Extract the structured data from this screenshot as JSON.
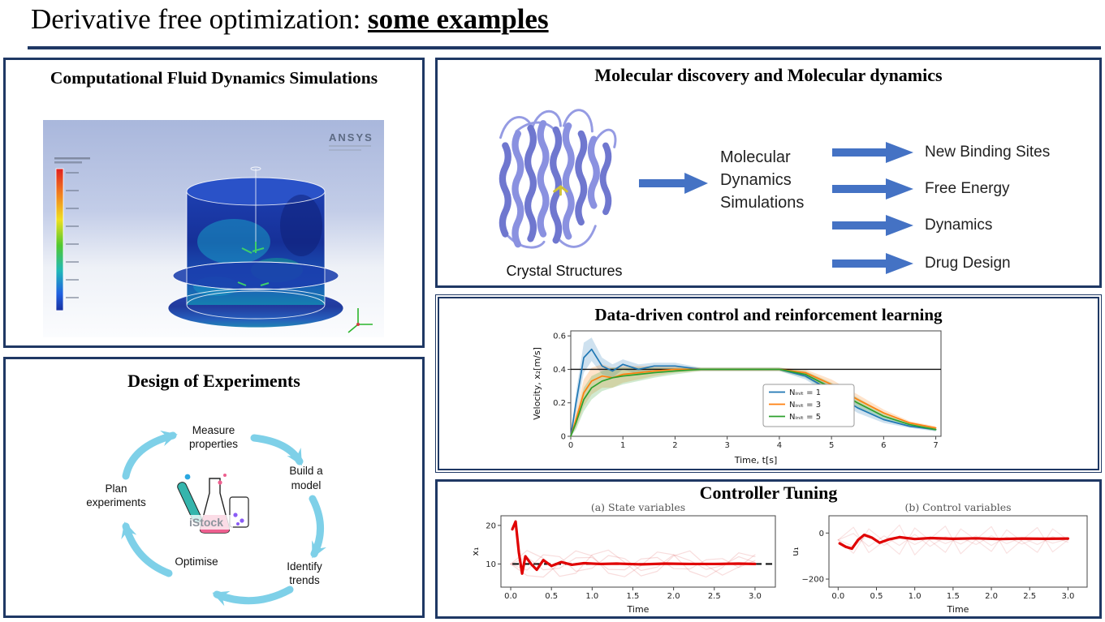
{
  "slide": {
    "title_prefix": "Derivative free optimization: ",
    "title_emphasis": "some examples"
  },
  "panels": {
    "cfd": {
      "title": "Computational Fluid Dynamics Simulations",
      "ansys_logo": "ANSYS"
    },
    "doe": {
      "title": "Design of Experiments",
      "nodes": [
        [
          "Measure",
          "properties"
        ],
        [
          "Build a",
          "model"
        ],
        [
          "Identify",
          "trends"
        ],
        [
          "Optimise",
          ""
        ],
        [
          "Plan",
          "experiments"
        ]
      ],
      "watermark": "iStock",
      "arrow_color": "#7ed0e8"
    },
    "molecular": {
      "title": "Molecular discovery and Molecular dynamics",
      "crystal_label": "Crystal Structures",
      "md_lines": [
        "Molecular",
        "Dynamics",
        "Simulations"
      ],
      "outputs": [
        "New Binding Sites",
        "Free Energy",
        "Dynamics",
        "Drug Design"
      ],
      "arrow_color": "#4472c4"
    },
    "rl": {
      "title": "Data-driven control and reinforcement learning"
    },
    "controller": {
      "title": "Controller Tuning"
    }
  },
  "chart_data": [
    {
      "type": "line",
      "xlabel": "Time, t[s]",
      "ylabel": "Velocity, x₂[m/s]",
      "xlim": [
        0,
        7.1
      ],
      "ylim": [
        0,
        0.63
      ],
      "xticks": [
        0,
        1,
        2,
        3,
        4,
        5,
        6,
        7
      ],
      "xtick_labels": [
        "0",
        "1",
        "2",
        "3",
        "4",
        "5",
        "6",
        "7"
      ],
      "yticks": [
        0,
        0.2,
        0.4,
        0.6
      ],
      "ytick_labels": [
        "0",
        "0.2",
        "0.4",
        "0.6"
      ],
      "hline": 0.4,
      "x": [
        0,
        0.1,
        0.25,
        0.4,
        0.6,
        0.8,
        1.0,
        1.3,
        1.6,
        2.0,
        2.5,
        3.0,
        3.5,
        4.0,
        4.5,
        5.0,
        5.5,
        6.0,
        6.5,
        7.0
      ],
      "legend": [
        {
          "label": "Nᵢₙᵢₜ = 1",
          "color": "#1f77b4"
        },
        {
          "label": "Nᵢₙᵢₜ = 3",
          "color": "#ff7f0e"
        },
        {
          "label": "Nᵢₙᵢₜ = 5",
          "color": "#2ca02c"
        }
      ],
      "series": [
        {
          "color": "#1f77b4",
          "width": 1.7,
          "y": [
            0,
            0.2,
            0.47,
            0.52,
            0.42,
            0.39,
            0.43,
            0.4,
            0.42,
            0.42,
            0.4,
            0.4,
            0.4,
            0.4,
            0.36,
            0.27,
            0.17,
            0.1,
            0.06,
            0.04
          ],
          "band_delta": [
            0,
            0.06,
            0.09,
            0.07,
            0.05,
            0.04,
            0.03,
            0.03,
            0.02,
            0.02,
            0.01,
            0.01,
            0.01,
            0.01,
            0.02,
            0.03,
            0.03,
            0.02,
            0.01,
            0.01
          ]
        },
        {
          "color": "#ff7f0e",
          "width": 1.7,
          "y": [
            0,
            0.1,
            0.26,
            0.33,
            0.36,
            0.35,
            0.37,
            0.38,
            0.39,
            0.4,
            0.4,
            0.4,
            0.4,
            0.4,
            0.38,
            0.31,
            0.22,
            0.14,
            0.08,
            0.05
          ],
          "band_delta": [
            0,
            0.05,
            0.08,
            0.08,
            0.07,
            0.06,
            0.05,
            0.04,
            0.03,
            0.02,
            0.01,
            0.01,
            0.01,
            0.01,
            0.02,
            0.03,
            0.03,
            0.02,
            0.01,
            0.01
          ]
        },
        {
          "color": "#2ca02c",
          "width": 1.7,
          "y": [
            0,
            0.08,
            0.22,
            0.29,
            0.33,
            0.35,
            0.36,
            0.37,
            0.38,
            0.39,
            0.4,
            0.4,
            0.4,
            0.4,
            0.37,
            0.29,
            0.2,
            0.12,
            0.07,
            0.04
          ],
          "band_delta": [
            0,
            0.04,
            0.07,
            0.07,
            0.06,
            0.06,
            0.05,
            0.04,
            0.03,
            0.02,
            0.01,
            0.01,
            0.01,
            0.01,
            0.02,
            0.03,
            0.03,
            0.02,
            0.01,
            0.01
          ]
        }
      ]
    },
    {
      "type": "line",
      "title": "(a) State variables",
      "xlabel": "Time",
      "ylabel": "x₁",
      "xlim": [
        -0.12,
        3.25
      ],
      "ylim": [
        4,
        22.5
      ],
      "xticks": [
        0,
        0.5,
        1.0,
        1.5,
        2.0,
        2.5,
        3.0
      ],
      "xtick_labels": [
        "0.0",
        "0.5",
        "1.0",
        "1.5",
        "2.0",
        "2.5",
        "3.0"
      ],
      "yticks": [
        10,
        20
      ],
      "ytick_labels": [
        "10",
        "20"
      ],
      "dashline": 10,
      "dash_x0": 0.02,
      "x": [
        0,
        0.2,
        0.4,
        0.6,
        0.8,
        1.0,
        1.2,
        1.4,
        1.6,
        1.8,
        2.0,
        2.2,
        2.4,
        2.6,
        2.8,
        3.0
      ],
      "series": [
        {
          "color": "#e06060",
          "width": 1.2,
          "opacity": 0.22,
          "y": [
            10,
            13.5,
            11.5,
            6.8,
            7.6,
            12.4,
            13.6,
            10.4,
            6.9,
            8.1,
            12.1,
            13.4,
            9.6,
            7.1,
            9.2,
            12.4
          ]
        },
        {
          "color": "#e06060",
          "width": 1.2,
          "opacity": 0.22,
          "y": [
            10,
            7.0,
            6.6,
            10.2,
            13.4,
            12.1,
            7.6,
            6.7,
            9.6,
            13.1,
            12.4,
            8.1,
            6.6,
            9.1,
            12.9,
            11.9
          ]
        },
        {
          "color": "#e06060",
          "width": 1.2,
          "opacity": 0.22,
          "y": [
            10,
            11.8,
            8.5,
            8.9,
            11.6,
            11.7,
            8.6,
            8.5,
            11.3,
            11.7,
            8.8,
            8.7,
            11.1,
            11.4,
            9.1,
            10.9
          ]
        },
        {
          "color": "#e06060",
          "width": 1.2,
          "opacity": 0.22,
          "y": [
            10,
            8.4,
            12.4,
            11.9,
            8.1,
            8.9,
            12.2,
            11.4,
            8.3,
            9.2,
            12.4,
            10.9,
            8.6,
            9.6,
            11.9,
            10.4
          ]
        },
        {
          "color": "#e00000",
          "width": 3.2,
          "x": [
            0.02,
            0.06,
            0.1,
            0.14,
            0.18,
            0.25,
            0.32,
            0.4,
            0.5,
            0.62,
            0.75,
            0.9,
            1.1,
            1.3,
            1.6,
            1.9,
            2.2,
            2.5,
            2.8,
            3.0
          ],
          "y": [
            19,
            21,
            13,
            7.5,
            12,
            10,
            8.5,
            11,
            9.5,
            10.5,
            9.8,
            10.2,
            10,
            10.1,
            9.9,
            10.1,
            10,
            10,
            10.1,
            10
          ]
        }
      ]
    },
    {
      "type": "line",
      "title": "(b) Control variables",
      "xlabel": "Time",
      "ylabel": "u₁",
      "xlim": [
        -0.12,
        3.25
      ],
      "ylim": [
        -235,
        75
      ],
      "xticks": [
        0,
        0.5,
        1.0,
        1.5,
        2.0,
        2.5,
        3.0
      ],
      "xtick_labels": [
        "0.0",
        "0.5",
        "1.0",
        "1.5",
        "2.0",
        "2.5",
        "3.0"
      ],
      "yticks": [
        0,
        -200
      ],
      "ytick_labels": [
        "0",
        "−200"
      ],
      "x": [
        0,
        0.2,
        0.4,
        0.6,
        0.8,
        1.0,
        1.2,
        1.4,
        1.6,
        1.8,
        2.0,
        2.2,
        2.4,
        2.6,
        2.8,
        3.0
      ],
      "series": [
        {
          "color": "#e06060",
          "width": 1.2,
          "opacity": 0.18,
          "y": [
            -30,
            25,
            -85,
            -35,
            35,
            -95,
            -25,
            30,
            -90,
            -28,
            28,
            -88,
            -30,
            24,
            -82,
            -30
          ]
        },
        {
          "color": "#e06060",
          "width": 1.2,
          "opacity": 0.18,
          "y": [
            -30,
            -88,
            18,
            -36,
            -92,
            22,
            -32,
            -84,
            18,
            -30,
            -80,
            14,
            -36,
            -84,
            18,
            -30
          ]
        },
        {
          "color": "#e06060",
          "width": 1.2,
          "opacity": 0.18,
          "y": [
            -30,
            -58,
            -6,
            -54,
            -12,
            -50,
            -16,
            -46,
            -20,
            -50,
            -12,
            -46,
            -20,
            -50,
            -16,
            -40
          ]
        },
        {
          "color": "#e06060",
          "width": 1.2,
          "opacity": 0.18,
          "y": [
            -30,
            -2,
            -58,
            -12,
            -54,
            -6,
            -58,
            -16,
            -48,
            -12,
            -54,
            -16,
            -48,
            -20,
            -44,
            -26
          ]
        },
        {
          "color": "#e00000",
          "width": 3.2,
          "x": [
            0.02,
            0.1,
            0.18,
            0.26,
            0.34,
            0.44,
            0.54,
            0.66,
            0.8,
            1.0,
            1.2,
            1.5,
            1.8,
            2.1,
            2.4,
            2.7,
            3.0
          ],
          "y": [
            -45,
            -60,
            -68,
            -30,
            -8,
            -20,
            -42,
            -28,
            -18,
            -26,
            -22,
            -25,
            -23,
            -26,
            -24,
            -25,
            -24
          ]
        }
      ]
    }
  ]
}
